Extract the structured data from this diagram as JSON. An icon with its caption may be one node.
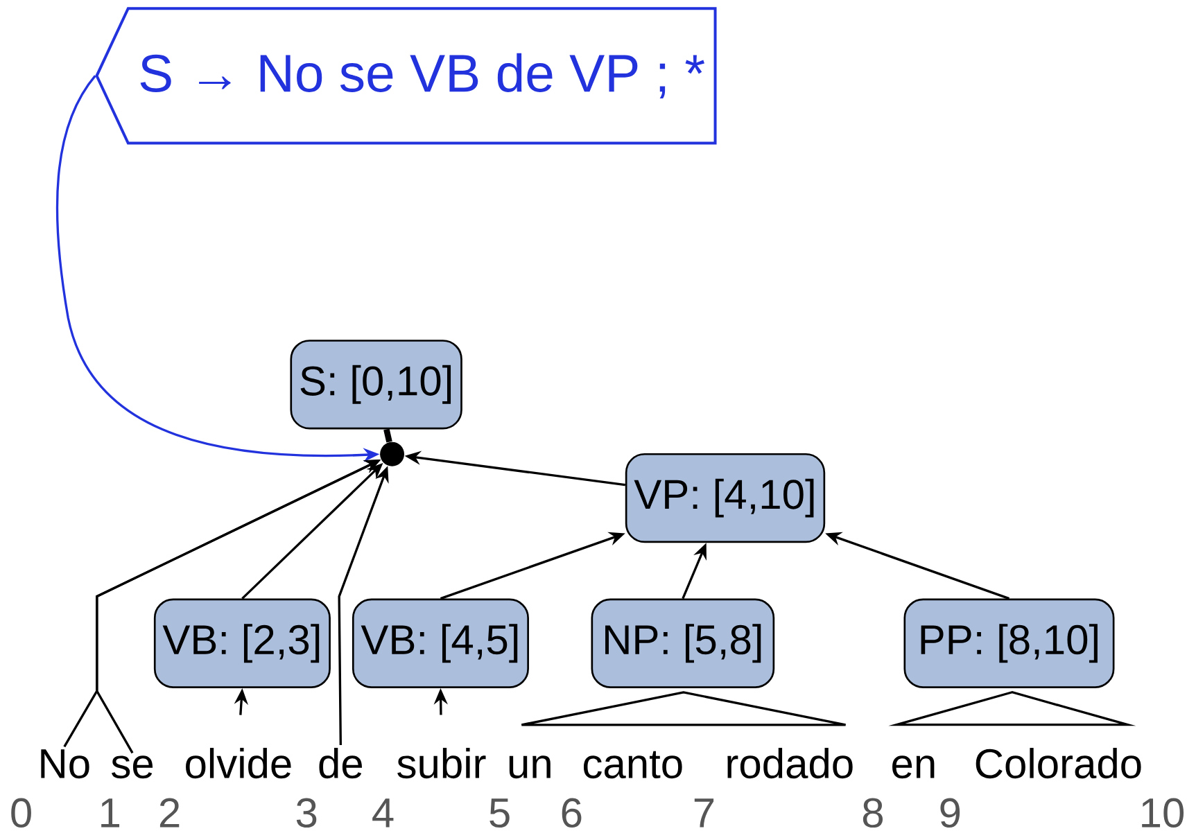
{
  "diagram": {
    "nodes": [
      {
        "text": [
          "S → No se VB de VP ; *"
        ]
      },
      {
        "text": [
          "S: [0,10]"
        ]
      },
      {
        "text": [],
        "shape": "circle"
      },
      {
        "text": [
          "VP: [4,10]"
        ]
      },
      {
        "text": [
          "VB: [2,3]"
        ]
      },
      {
        "text": [
          "VB: [4,5]"
        ]
      },
      {
        "text": [
          "NP: [5,8]"
        ]
      },
      {
        "text": [
          "PP: [8,10]"
        ]
      },
      {
        "text": [
          "No"
        ]
      },
      {
        "text": [
          "se"
        ]
      },
      {
        "text": [
          "olvide"
        ]
      },
      {
        "text": [
          "de"
        ]
      },
      {
        "text": [
          "subir"
        ]
      },
      {
        "text": [
          "un"
        ]
      },
      {
        "text": [
          "canto"
        ]
      },
      {
        "text": [
          "rodado"
        ]
      },
      {
        "text": [
          "en"
        ]
      },
      {
        "text": [
          "Colorado"
        ]
      },
      {
        "text": [],
        "shape": "triangle"
      },
      {
        "text": [],
        "shape": "triangle"
      }
    ],
    "edges": [
      {
        "from": 0,
        "to": 2,
        "arrow": "to",
        "color": "#2233dd"
      },
      {
        "from": 2,
        "to": 1,
        "arrow": "none",
        "style": "thick"
      },
      {
        "from": 3,
        "to": 2,
        "arrow": "to"
      },
      {
        "from": 8,
        "to": 2,
        "arrow": "to"
      },
      {
        "from": 9,
        "to": 2,
        "arrow": "to"
      },
      {
        "from": 4,
        "to": 2,
        "arrow": "to"
      },
      {
        "from": 11,
        "to": 2,
        "arrow": "to"
      },
      {
        "from": 10,
        "to": 4,
        "arrow": "to"
      },
      {
        "from": 12,
        "to": 5,
        "arrow": "to"
      },
      {
        "from": 5,
        "to": 3,
        "arrow": "to"
      },
      {
        "from": 6,
        "to": 3,
        "arrow": "to"
      },
      {
        "from": 7,
        "to": 3,
        "arrow": "to"
      }
    ],
    "labels": [
      "0",
      "1",
      "2",
      "3",
      "4",
      "5",
      "6",
      "7",
      "8",
      "9",
      "10"
    ]
  }
}
